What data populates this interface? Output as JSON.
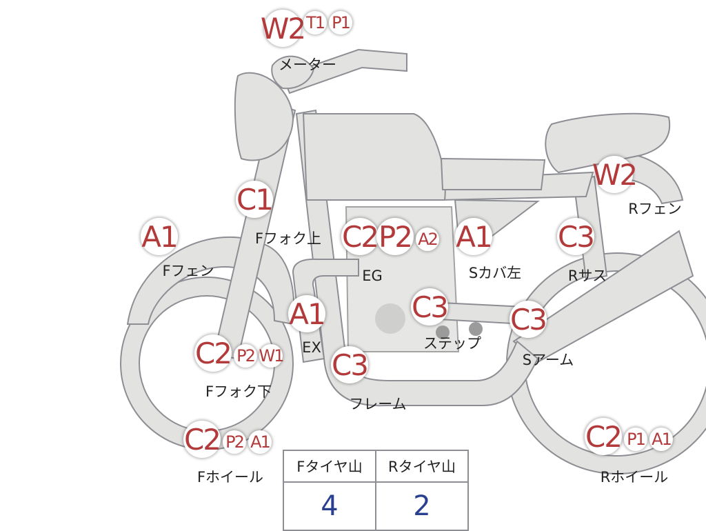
{
  "parts": {
    "meter": {
      "label": "メーター",
      "codes": [
        "W2",
        "T1",
        "P1"
      ]
    },
    "f_fork_upper": {
      "label": "Fフォク上",
      "codes": [
        "C1"
      ]
    },
    "f_fender": {
      "label": "Fフェン",
      "codes": [
        "A1"
      ]
    },
    "engine": {
      "label": "EG",
      "codes": [
        "C2",
        "P2",
        "A2"
      ]
    },
    "side_cover_left": {
      "label": "Sカバ左",
      "codes": [
        "A1"
      ]
    },
    "r_fender": {
      "label": "Rフェン",
      "codes": [
        "W2"
      ]
    },
    "r_suspension": {
      "label": "Rサス",
      "codes": [
        "C3"
      ]
    },
    "exhaust": {
      "label": "EX",
      "codes": [
        "A1"
      ]
    },
    "step": {
      "label": "ステップ",
      "codes": [
        "C3"
      ]
    },
    "swing_arm": {
      "label": "Sアーム",
      "codes": [
        "C3"
      ]
    },
    "f_fork_lower": {
      "label": "Fフォク下",
      "codes": [
        "C2",
        "P2",
        "W1"
      ]
    },
    "frame": {
      "label": "フレーム",
      "codes": [
        "C3"
      ]
    },
    "f_wheel": {
      "label": "Fホイール",
      "codes": [
        "C2",
        "P2",
        "A1"
      ]
    },
    "r_wheel": {
      "label": "Rホイール",
      "codes": [
        "C2",
        "P1",
        "A1"
      ]
    }
  },
  "tire_table": {
    "front_header": "Fタイヤ山",
    "rear_header": "Rタイヤ山",
    "front_value": "4",
    "rear_value": "2"
  },
  "colors": {
    "code_text": "#b23a3a",
    "tire_value_text": "#2a3f8f",
    "part_fill": "#e2e2e0",
    "outline": "#8c8e94"
  }
}
